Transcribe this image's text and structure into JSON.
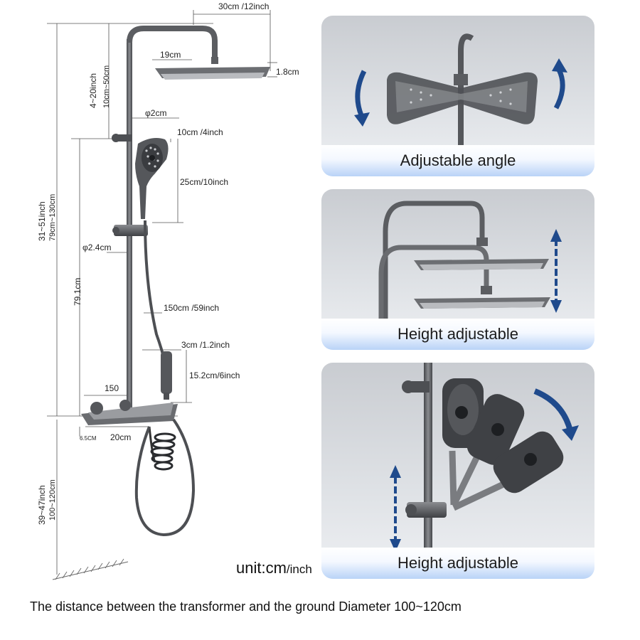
{
  "dimensions": {
    "top_width": "30cm /12inch",
    "head_width": "19cm",
    "head_thickness": "1.8cm",
    "arm_drop_inch": "4~20inch",
    "arm_drop_cm": "10cm~50cm",
    "pipe_small": "φ2cm",
    "handheld_offset": "10cm /4inch",
    "handheld_length": "25cm/10inch",
    "total_inch": "31~51inch",
    "total_cm": "79cm~130cm",
    "pipe_large": "φ2.4cm",
    "rail_length": "79.1cm",
    "hose_length": "150cm /59inch",
    "sprayer_width": "3cm /1.2inch",
    "sprayer_height": "15.2cm/6inch",
    "shelf_depth": "150",
    "shelf_height": "6.5CM",
    "shelf_width": "20cm",
    "floor_inch": "39~47inch",
    "floor_cm": "100~120cm"
  },
  "features": [
    {
      "caption": "Adjustable angle"
    },
    {
      "caption": "Height adjustable"
    },
    {
      "caption": "Height adjustable"
    }
  ],
  "unit": {
    "main": "unit:cm",
    "sub": "/inch"
  },
  "footer": "The distance between the transformer and the ground Diameter 100~120cm",
  "colors": {
    "metal": "#5b5d61",
    "arrow": "#1f4a8c",
    "caption_blue": "#b9d3f7"
  }
}
